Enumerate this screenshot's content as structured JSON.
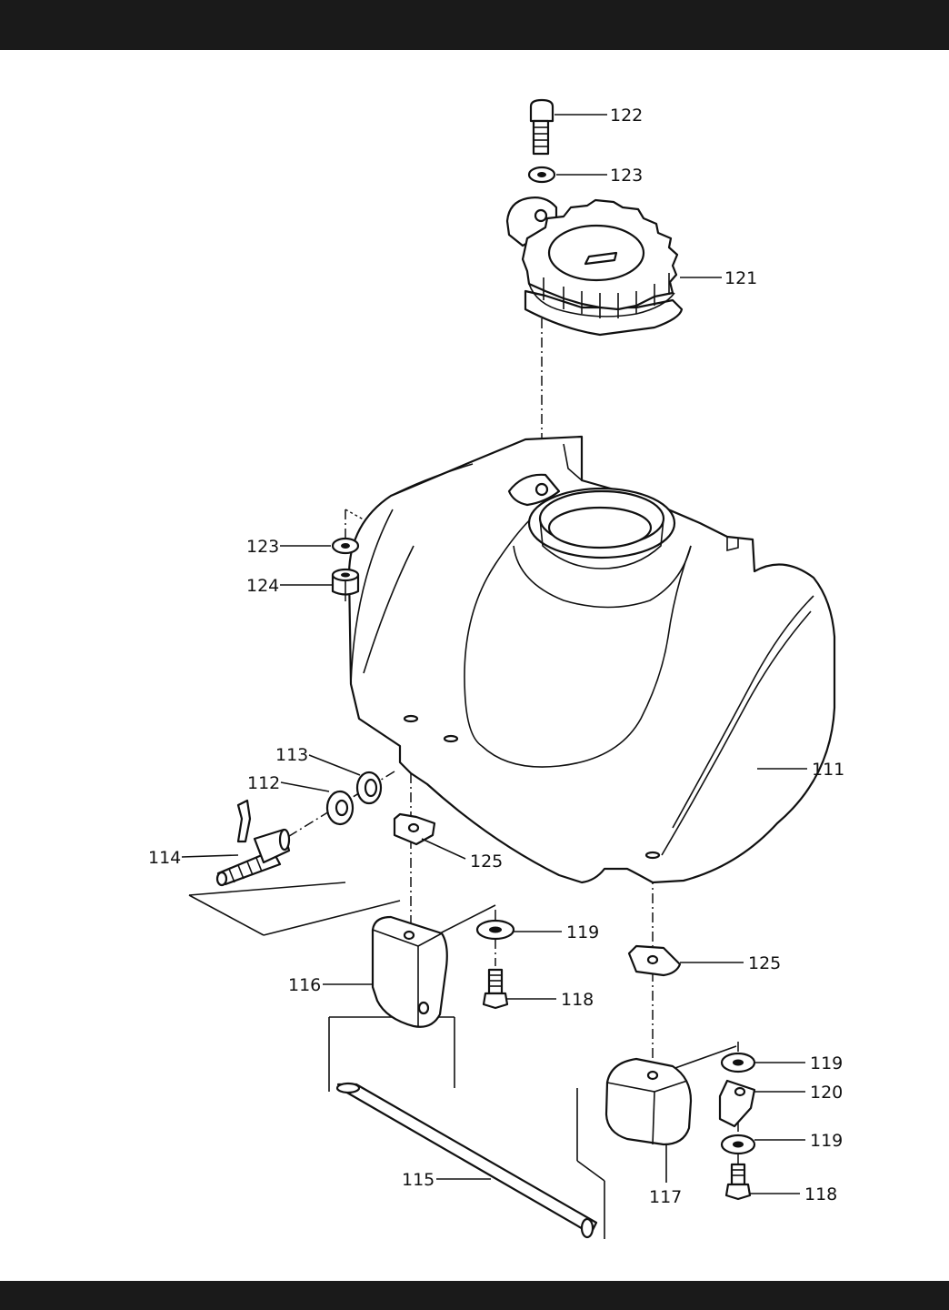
{
  "labels": {
    "p111": "111",
    "p112": "112",
    "p113": "113",
    "p114": "114",
    "p115": "115",
    "p116": "116",
    "p117": "117",
    "p118a": "118",
    "p118b": "118",
    "p119a": "119",
    "p119b": "119",
    "p119c": "119",
    "p120": "120",
    "p121": "121",
    "p122": "122",
    "p123a": "123",
    "p123b": "123",
    "p124": "124",
    "p125a": "125",
    "p125b": "125"
  }
}
